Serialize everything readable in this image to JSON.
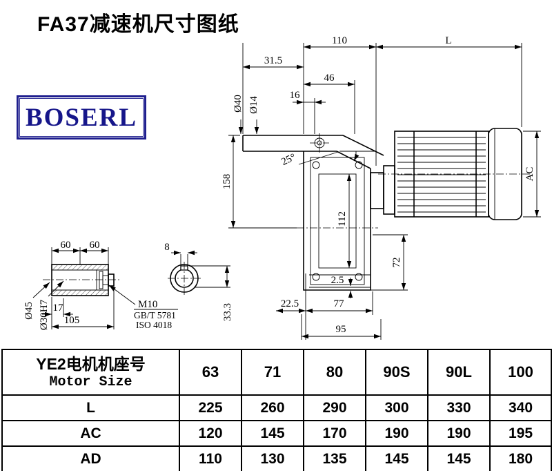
{
  "title": "FA37减速机尺寸图纸",
  "logo": {
    "text": "BOSERL"
  },
  "drawing": {
    "main_view": {
      "dim_110": "110",
      "dim_L": "L",
      "dim_31_5": "31.5",
      "dim_46": "46",
      "dim_16": "16",
      "dim_dia40": "Ø40",
      "dim_dia14": "Ø14",
      "dim_angle": "25°",
      "dim_158": "158",
      "dim_112": "112",
      "dim_AC": "AC",
      "dim_72": "72",
      "dim_2_5": "2.5",
      "dim_22_5": "22.5",
      "dim_77": "77",
      "dim_95": "95"
    },
    "shaft_detail": {
      "dim_60_left": "60",
      "dim_60_right": "60",
      "dim_8": "8",
      "dim_dia45": "Ø45",
      "dim_dia30": "Ø30H7",
      "dim_17": "17",
      "dim_105": "105",
      "dim_33_3": "33.3",
      "note_m10": "M10",
      "note_gb": "GB/T 5781",
      "note_iso": "ISO 4018"
    }
  },
  "table": {
    "header_cn": "YE2电机机座号",
    "header_en": "Motor Size",
    "columns": [
      "63",
      "71",
      "80",
      "90S",
      "90L",
      "100"
    ],
    "rows": [
      {
        "label": "L",
        "values": [
          "225",
          "260",
          "290",
          "300",
          "330",
          "340"
        ]
      },
      {
        "label": "AC",
        "values": [
          "120",
          "145",
          "170",
          "190",
          "190",
          "195"
        ]
      },
      {
        "label": "AD",
        "values": [
          "110",
          "130",
          "135",
          "145",
          "145",
          "180"
        ]
      }
    ]
  }
}
